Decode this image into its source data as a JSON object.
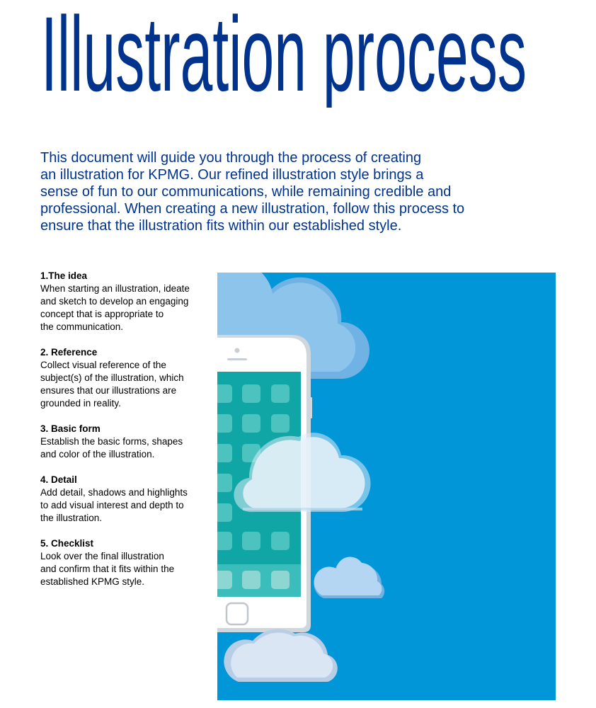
{
  "title": "Illustration process",
  "intro": {
    "lines": [
      "This document will guide you through the process of creating",
      "an illustration for KPMG. Our refined illustration style brings a",
      "sense of fun to our communications, while remaining credible and",
      "professional. When creating a new illustration, follow this process to",
      "ensure that the illustration fits within our established style."
    ]
  },
  "steps": [
    {
      "title": "1.The idea",
      "lines": [
        "When starting an illustration, ideate",
        "and sketch to develop an engaging",
        "concept that is appropriate to",
        "the communication."
      ]
    },
    {
      "title": "2. Reference",
      "lines": [
        "Collect visual reference of the",
        "subject(s) of the illustration, which",
        "ensures that our illustrations are",
        "grounded in reality."
      ]
    },
    {
      "title": "3. Basic form",
      "lines": [
        "Establish the basic forms, shapes",
        "and color of the illustration."
      ]
    },
    {
      "title": "4. Detail",
      "lines": [
        "Add detail, shadows and highlights",
        "to add visual interest and depth to",
        "the illustration."
      ]
    },
    {
      "title": "5. Checklist",
      "lines": [
        "Look over the final illustration",
        "and confirm that it fits within the",
        "established KPMG style."
      ]
    }
  ],
  "colors": {
    "brand_blue": "#00338d",
    "sky_blue": "#0096d8",
    "screen_teal": "#10a6a6",
    "app_icon": "#4dc3bf",
    "cloud_light": "#dcecf8",
    "cloud_blue": "#7fbde9"
  }
}
